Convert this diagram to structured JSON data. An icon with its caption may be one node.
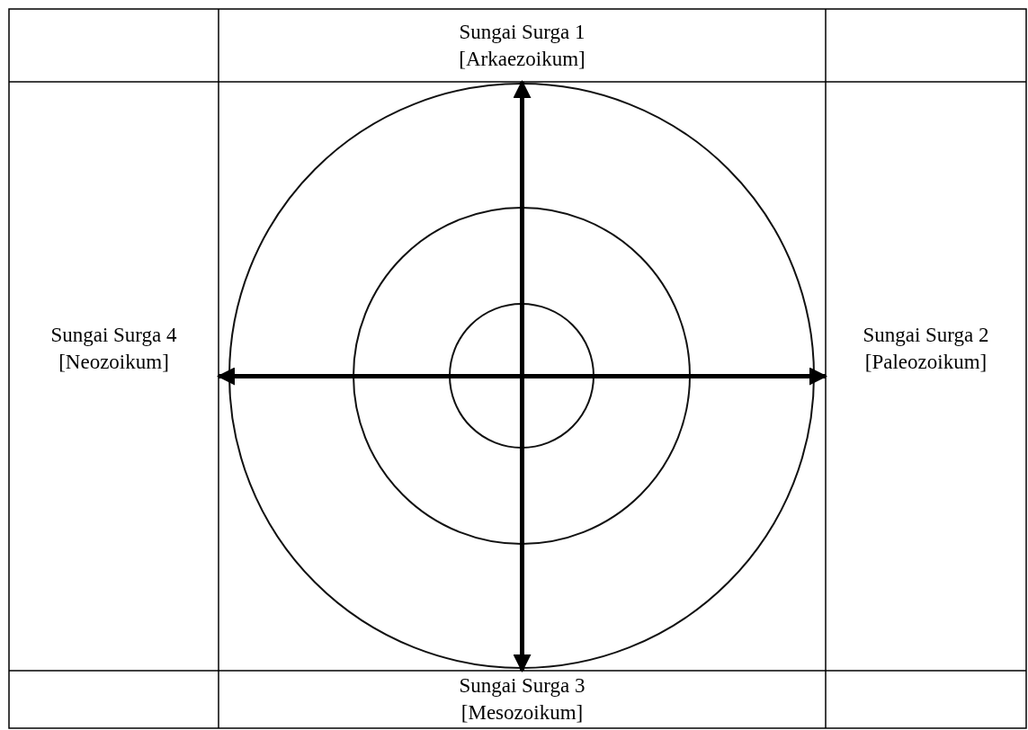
{
  "diagram": {
    "nodes": [
      {
        "text": [
          "Sungai Surga 1",
          "[Arkaezoikum]"
        ]
      },
      {
        "text": [
          "Sungai Surga 4",
          "[Neozoikum]"
        ]
      },
      {
        "text": [
          "Sungai Surga 2",
          "[Paleozoikum]"
        ]
      },
      {
        "text": [
          "Sungai Surga 3",
          "[Mesozoikum]"
        ]
      }
    ],
    "edges": [
      {
        "from": 0,
        "to": 3,
        "arrow": "both"
      },
      {
        "from": 1,
        "to": 2,
        "arrow": "both"
      }
    ]
  }
}
